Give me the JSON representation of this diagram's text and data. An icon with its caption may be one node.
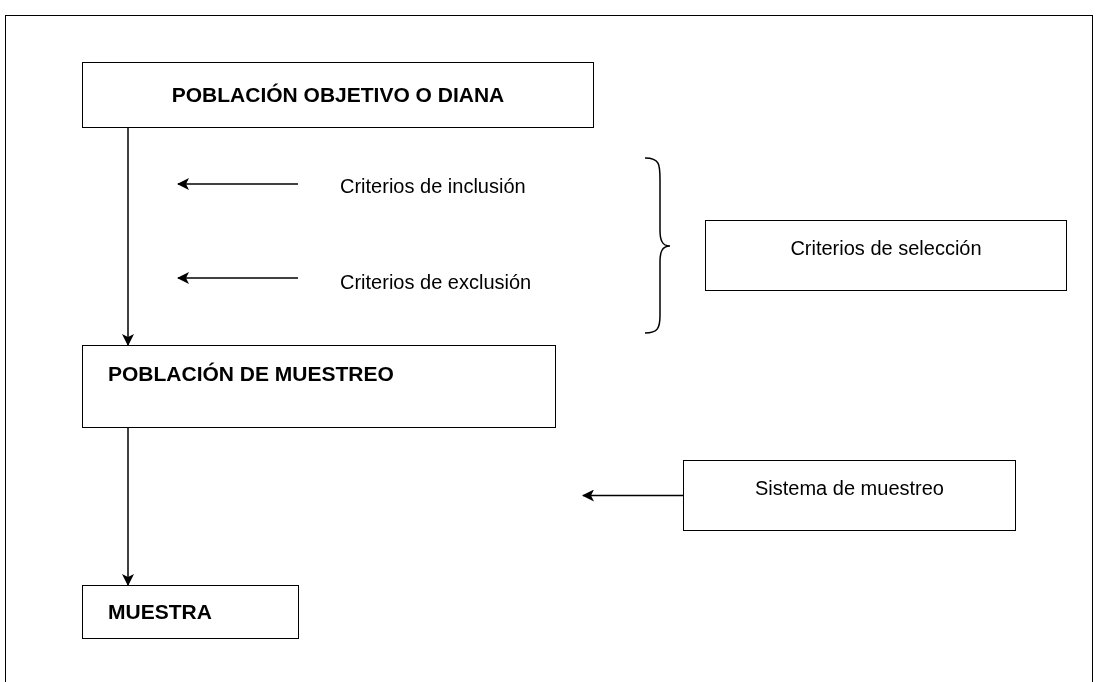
{
  "diagram": {
    "nodes": [
      {
        "text": [
          "POBLACIÓN OBJETIVO O DIANA"
        ]
      },
      {
        "text": [
          "Criterios de inclusión"
        ]
      },
      {
        "text": [
          "Criterios de exclusión"
        ]
      },
      {
        "text": [
          "Criterios de selección"
        ]
      },
      {
        "text": [
          "POBLACIÓN DE MUESTREO"
        ]
      },
      {
        "text": [
          "Sistema de muestreo"
        ]
      },
      {
        "text": [
          "MUESTRA"
        ]
      }
    ],
    "edges": [
      {
        "from": 0,
        "to": 4,
        "arrow": "to"
      },
      {
        "from": 1,
        "to": null,
        "arrow": "to"
      },
      {
        "from": 2,
        "to": null,
        "arrow": "to"
      },
      {
        "from": 4,
        "to": 6,
        "arrow": "to"
      },
      {
        "from": 5,
        "to": null,
        "arrow": "to"
      }
    ]
  }
}
